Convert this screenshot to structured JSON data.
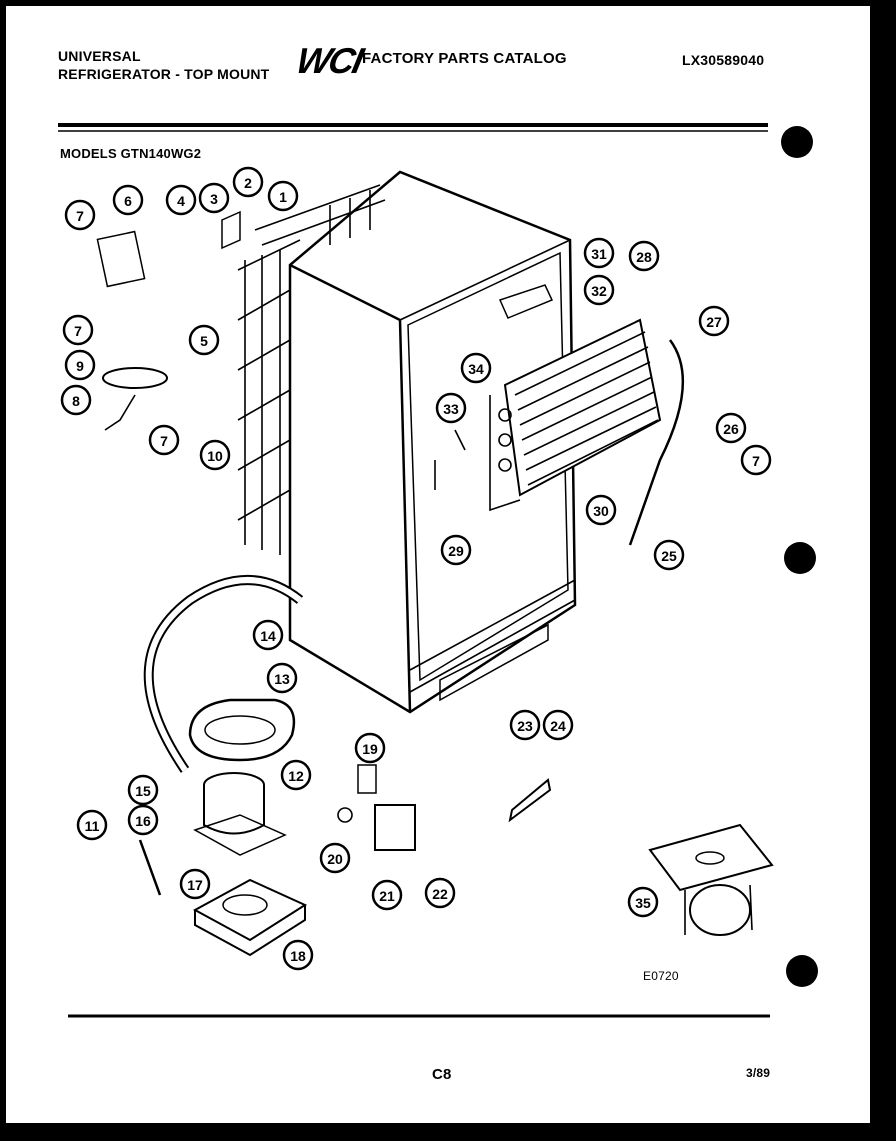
{
  "header": {
    "line1_left": "UNIVERSAL",
    "line2_left": "REFRIGERATOR - TOP MOUNT",
    "brand_logo": "WCI",
    "catalog_title": "FACTORY PARTS CATALOG",
    "catalog_number": "LX30589040",
    "models": "MODELS GTN140WG2"
  },
  "diagram": {
    "callouts": [
      {
        "id": "1"
      },
      {
        "id": "2"
      },
      {
        "id": "3"
      },
      {
        "id": "4"
      },
      {
        "id": "5"
      },
      {
        "id": "6"
      },
      {
        "id": "7"
      },
      {
        "id": "8"
      },
      {
        "id": "9"
      },
      {
        "id": "10"
      },
      {
        "id": "11"
      },
      {
        "id": "12"
      },
      {
        "id": "13"
      },
      {
        "id": "14"
      },
      {
        "id": "15"
      },
      {
        "id": "16"
      },
      {
        "id": "17"
      },
      {
        "id": "18"
      },
      {
        "id": "19"
      },
      {
        "id": "20"
      },
      {
        "id": "21"
      },
      {
        "id": "22"
      },
      {
        "id": "23"
      },
      {
        "id": "24"
      },
      {
        "id": "25"
      },
      {
        "id": "26"
      },
      {
        "id": "27"
      },
      {
        "id": "28"
      },
      {
        "id": "29"
      },
      {
        "id": "30"
      },
      {
        "id": "31"
      },
      {
        "id": "32"
      },
      {
        "id": "33"
      },
      {
        "id": "34"
      },
      {
        "id": "35"
      }
    ],
    "figure_code": "E0720"
  },
  "footer": {
    "page": "C8",
    "date": "3/89"
  }
}
